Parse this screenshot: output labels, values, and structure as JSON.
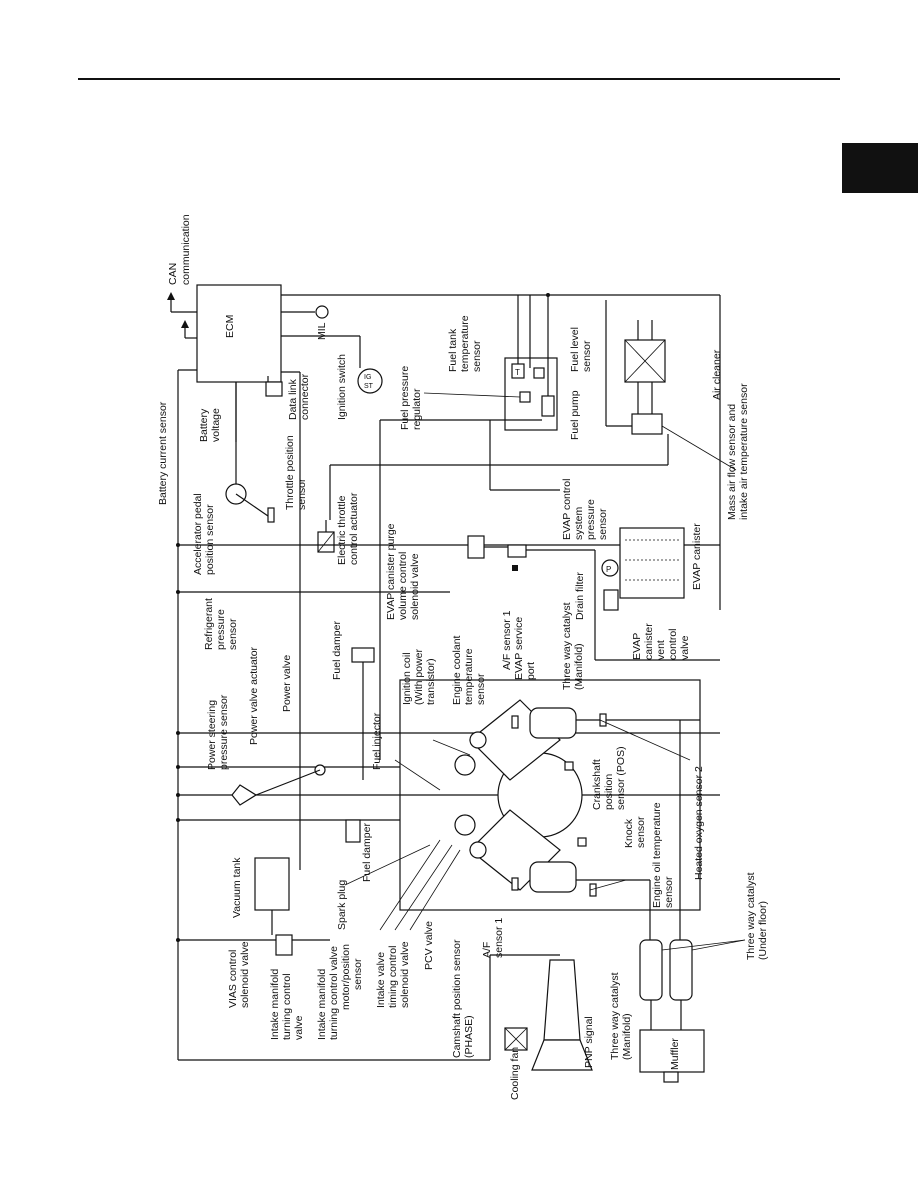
{
  "labels": {
    "can": [
      "CAN",
      "communication"
    ],
    "battery_current_sensor": "Battery current sensor",
    "ecm": "ECM",
    "mil": "MIL",
    "ignition_switch": "Ignition switch",
    "ig": "IG",
    "st": "ST",
    "data_link_connector": [
      "Data link",
      "connector"
    ],
    "battery_voltage": [
      "Battery",
      "voltage"
    ],
    "accel_pedal_sensor": [
      "Accelerator pedal",
      "position sensor"
    ],
    "throttle_position_sensor": [
      "Throttle position",
      "sensor"
    ],
    "electric_throttle": [
      "Electric throttle",
      "control actuator"
    ],
    "fuel_pressure_regulator": [
      "Fuel pressure",
      "regulator"
    ],
    "fuel_tank_temp_sensor": [
      "Fuel tank",
      "temperature",
      "sensor"
    ],
    "fuel_level_sensor": [
      "Fuel level",
      "sensor"
    ],
    "fuel_pump": "Fuel pump",
    "air_cleaner": "Air cleaner",
    "maf_sensor": [
      "Mass air flow sensor and",
      "intake air temperature sensor"
    ],
    "evap_purge_valve": [
      "EVAP canister purge",
      "volume control",
      "solenoid valve"
    ],
    "evap_pressure_sensor": [
      "EVAP control",
      "system",
      "pressure",
      "sensor"
    ],
    "evap_canister": "EVAP canister",
    "drain_filter": "Drain filter",
    "evap_vent_valve": [
      "EVAP",
      "canister",
      "vent",
      "control",
      "valve"
    ],
    "evap_service_port": [
      "EVAP service",
      "port"
    ],
    "refrigerant_sensor": [
      "Refrigerant",
      "pressure",
      "sensor"
    ],
    "fuel_damper": "Fuel damper",
    "ignition_coil": [
      "Ignition coil",
      "(With power",
      "transistor)"
    ],
    "coolant_temp_sensor": [
      "Engine coolant",
      "temperature",
      "sensor"
    ],
    "af_sensor_1": "A/F sensor 1",
    "twc_manifold": [
      "Three way catalyst",
      "(Manifold)"
    ],
    "power_steering_sensor": [
      "Power steering",
      "pressure sensor"
    ],
    "power_valve_actuator": "Power valve actuator",
    "power_valve": "Power valve",
    "fuel_injector": "Fuel injector",
    "heated_o2_sensor_2": "Heated oxygen sensor 2",
    "crankshaft_sensor": [
      "Crankshaft",
      "position",
      "sensor (POS)"
    ],
    "knock_sensor": [
      "Knock",
      "sensor"
    ],
    "oil_temp_sensor": [
      "Engine oil temperature",
      "sensor"
    ],
    "vacuum_tank": "Vacuum tank",
    "spark_plug": "Spark plug",
    "vias_valve": [
      "VIAS control",
      "solenoid valve"
    ],
    "imtcv": [
      "Intake manifold",
      "turning control",
      "valve"
    ],
    "imtcv_motor": [
      "Intake manifold",
      "turning control valve",
      "motor/position",
      "sensor"
    ],
    "ivt_valve": [
      "Intake valve",
      "timing control",
      "solenoid valve"
    ],
    "pcv_valve": "PCV valve",
    "camshaft_sensor": [
      "Camshaft position sensor",
      "(PHASE)"
    ],
    "af_sensor_1b": [
      "A/F",
      "sensor 1"
    ],
    "twc_manifold_b": [
      "Three way catalyst",
      "(Manifold)"
    ],
    "twc_underfloor": [
      "Three way catalyst",
      "(Under floor)"
    ],
    "cooling_fan": "Cooling fan",
    "pnp_signal": "PNP signal",
    "muffler": "Muffler"
  }
}
